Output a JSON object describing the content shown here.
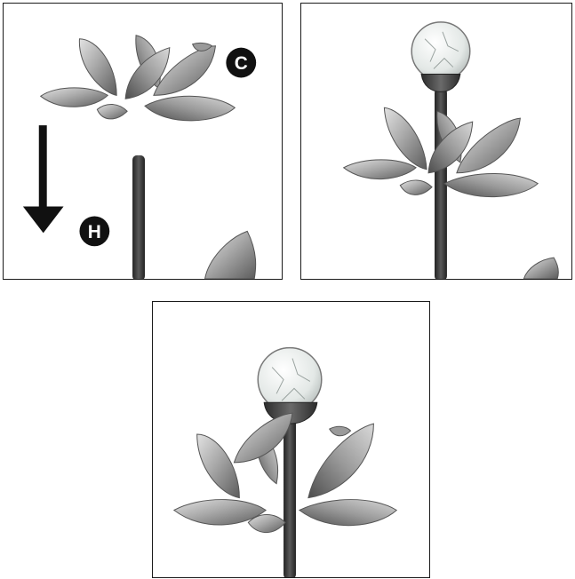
{
  "steps": [
    {
      "id": "step-1",
      "callouts": [
        "C",
        "H"
      ]
    },
    {
      "id": "step-2",
      "callouts": []
    },
    {
      "id": "step-3",
      "callouts": []
    }
  ],
  "callout_c": "C",
  "callout_h": "H",
  "colors": {
    "frame": "#1a1a1a",
    "metal_light": "#d4d4d4",
    "metal_mid": "#a5a5a5",
    "metal_dark": "#5f5f5f",
    "stake": "#3a3a3a",
    "globe": "#e9eeec"
  }
}
